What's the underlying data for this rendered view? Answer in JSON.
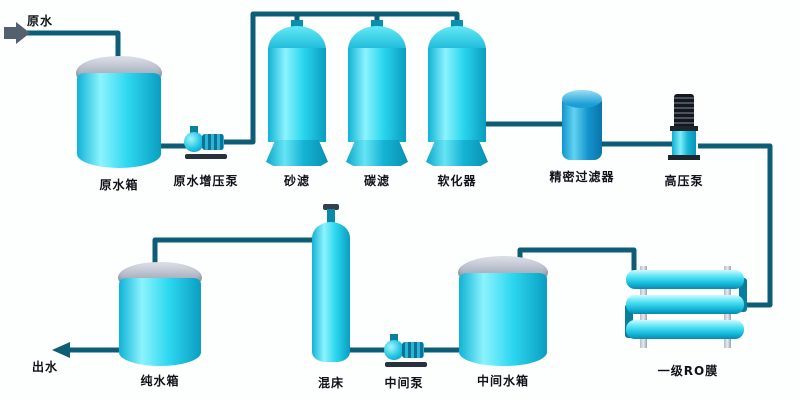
{
  "diagram": {
    "type": "water-treatment-process-flow",
    "colors": {
      "pipe": "#0c5d75",
      "equipment_cyan": "#2bd7ef",
      "tank_dome_gray": "#a8aebd",
      "precision_filter_blue": "#1494cc"
    },
    "labels": {
      "raw_water_in": "原水",
      "raw_water_tank": "原水箱",
      "booster_pump": "原水增压泵",
      "sand_filter": "砂滤",
      "carbon_filter": "碳滤",
      "softener": "软化器",
      "precision_filter": "精密过滤器",
      "high_pressure_pump": "高压泵",
      "ro_membrane": "一级RO膜",
      "intermediate_tank": "中间水箱",
      "intermediate_pump": "中间泵",
      "mixed_bed": "混床",
      "pure_water_tank": "纯水箱",
      "water_out": "出水"
    }
  }
}
